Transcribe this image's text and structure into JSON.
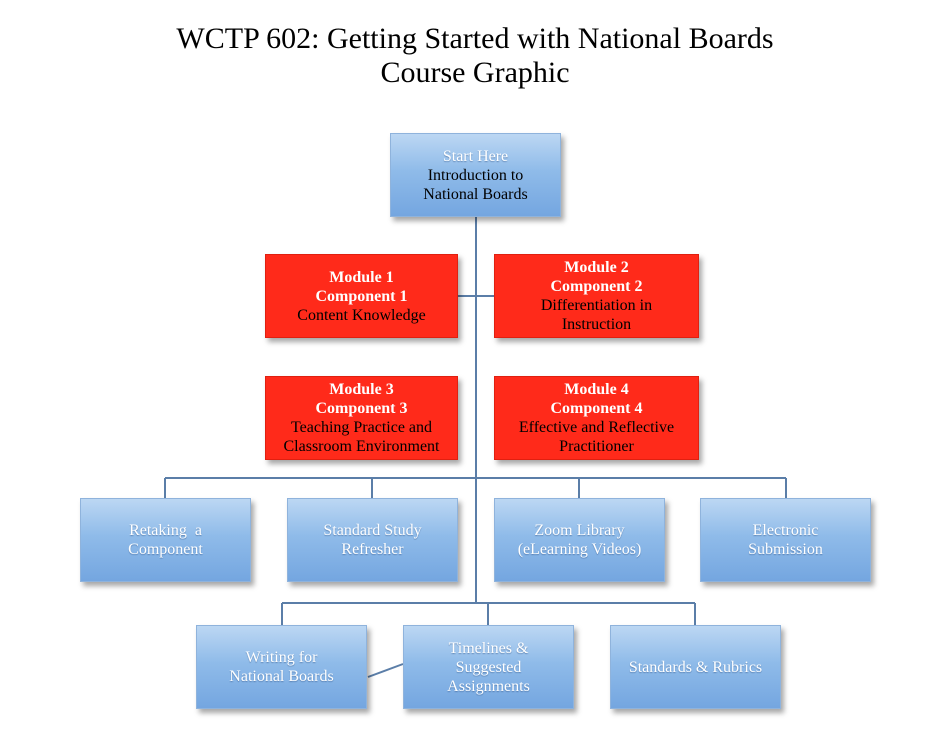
{
  "title": {
    "line1": "WCTP 602: Getting Started with National Boards",
    "line2": "Course Graphic"
  },
  "start": {
    "label": "Start Here",
    "line1": "Introduction to",
    "line2": "National Boards"
  },
  "modules": [
    {
      "line1": "Module 1",
      "line2": "Component 1",
      "line3": "Content Knowledge",
      "line4": ""
    },
    {
      "line1": "Module 2",
      "line2": "Component 2",
      "line3": "Differentiation in",
      "line4": "Instruction"
    },
    {
      "line1": "Module 3",
      "line2": "Component 3",
      "line3": "Teaching Practice and",
      "line4": "Classroom Environment"
    },
    {
      "line1": "Module 4",
      "line2": "Component 4",
      "line3": "Effective and Reflective",
      "line4": "Practitioner"
    }
  ],
  "resources_row1": [
    {
      "line1": "Retaking  a",
      "line2": "Component"
    },
    {
      "line1": "Standard Study",
      "line2": "Refresher"
    },
    {
      "line1": "Zoom Library",
      "line2": "(eLearning Videos)"
    },
    {
      "line1": "Electronic",
      "line2": "Submission"
    }
  ],
  "resources_row2": [
    {
      "line1": "Writing for",
      "line2": "National Boards",
      "line3": ""
    },
    {
      "line1": "Timelines &",
      "line2": "Suggested",
      "line3": "Assignments"
    },
    {
      "line1": "Standards & Rubrics",
      "line2": "",
      "line3": ""
    }
  ],
  "colors": {
    "module_fill": "#ff2a1a",
    "resource_fill": "#8fbbe9",
    "connector": "#5b7ea8"
  }
}
